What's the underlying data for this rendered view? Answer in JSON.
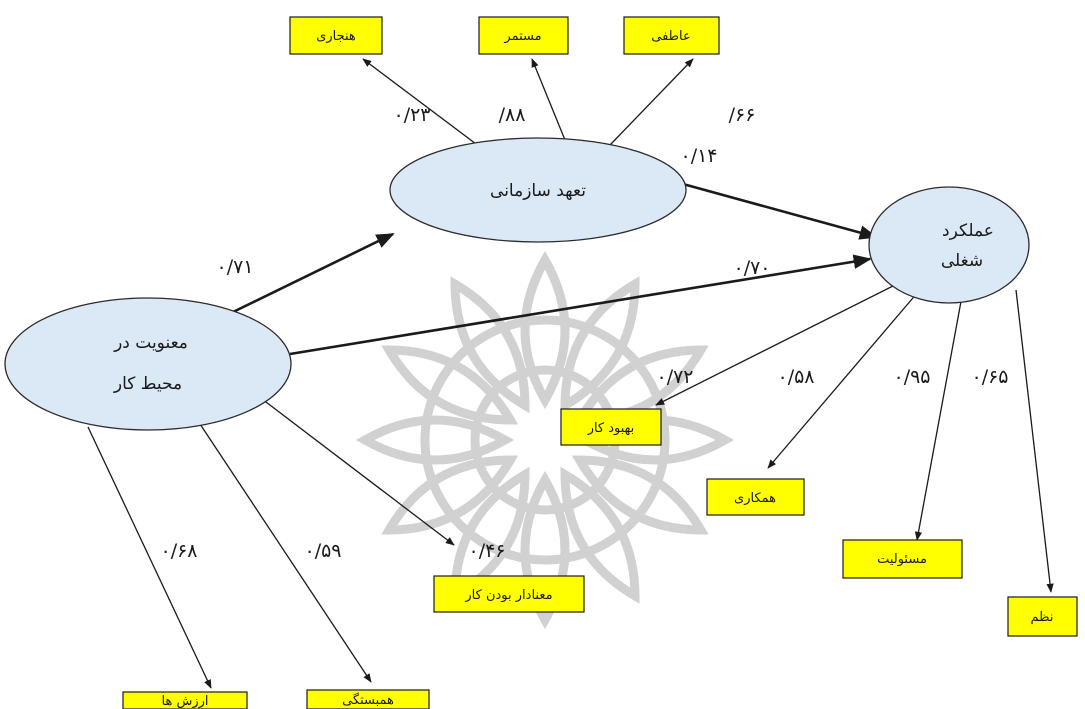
{
  "latent": {
    "commitment": "تعهد سازمانی",
    "performance_line1": "عملکرد",
    "performance_line2": "شغلی",
    "spirituality_line1": "معنویت در",
    "spirituality_line2": "محیط کار"
  },
  "indicators": {
    "normative": "هنجاری",
    "continuous": "مستمر",
    "affective": "عاطفی",
    "improvement": "بهبود کار",
    "cooperation": "همکاری",
    "responsibility": "مسئولیت",
    "discipline": "نظم",
    "meaningful_work": "معنادار بودن کار",
    "solidarity": "همبستگی",
    "values": "ارزش ها"
  },
  "coefficients": {
    "normative": "۰/۲۳",
    "continuous": "/۸۸",
    "affective": "/۶۶",
    "commit_to_perf": "۰/۱۴",
    "spirit_to_commit": "۰/۷۱",
    "spirit_to_perf": "۰/۷۰",
    "improvement": "۰/۷۲",
    "cooperation": "۰/۵۸",
    "responsibility": "۰/۹۵",
    "discipline": "۰/۶۵",
    "values": "۰/۶۸",
    "solidarity": "۰/۵۹",
    "meaningful_work": "۰/۴۶"
  },
  "colors": {
    "ellipse_fill": "#dbe9f6",
    "box_fill": "#ffff00",
    "watermark": "#c9c9c9"
  }
}
